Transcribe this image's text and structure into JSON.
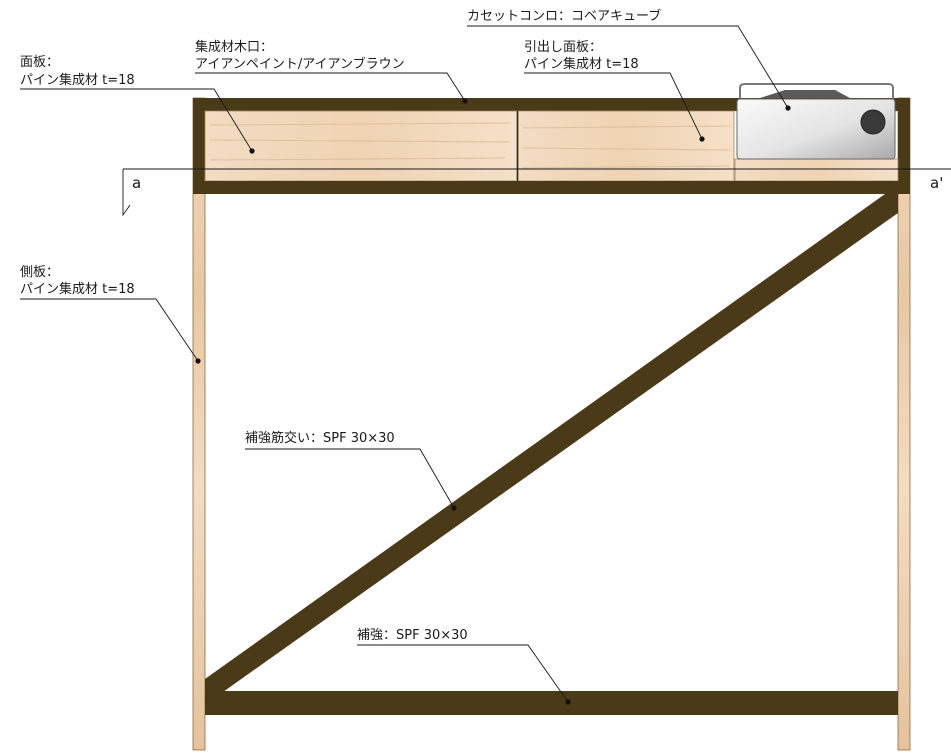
{
  "section_marks": {
    "left": "a",
    "right": "a'"
  },
  "labels": {
    "face_panel": {
      "line1": "面板：",
      "line2": "パイン集成材 t=18"
    },
    "edge_finish": {
      "line1": "集成材木口：",
      "line2": "アイアンペイント/アイアンブラウン"
    },
    "stove": {
      "line1": "カセットコンロ：コベアキューブ"
    },
    "drawer_front": {
      "line1": "引出し面板：",
      "line2": "パイン集成材 t=18"
    },
    "side_panel": {
      "line1": "側板：",
      "line2": "パイン集成材 t=18"
    },
    "diagonal_brace": {
      "line1": "補強筋交い：SPF 30×30"
    },
    "bottom_brace": {
      "line1": "補強：SPF 30×30"
    }
  },
  "colors": {
    "frame_brown": "#4a3a18",
    "pine_light": "#f1d9bf",
    "pine_mid": "#e8c9a6",
    "stove_steel": "#e2e2e2",
    "ink": "#1a1a1a"
  }
}
